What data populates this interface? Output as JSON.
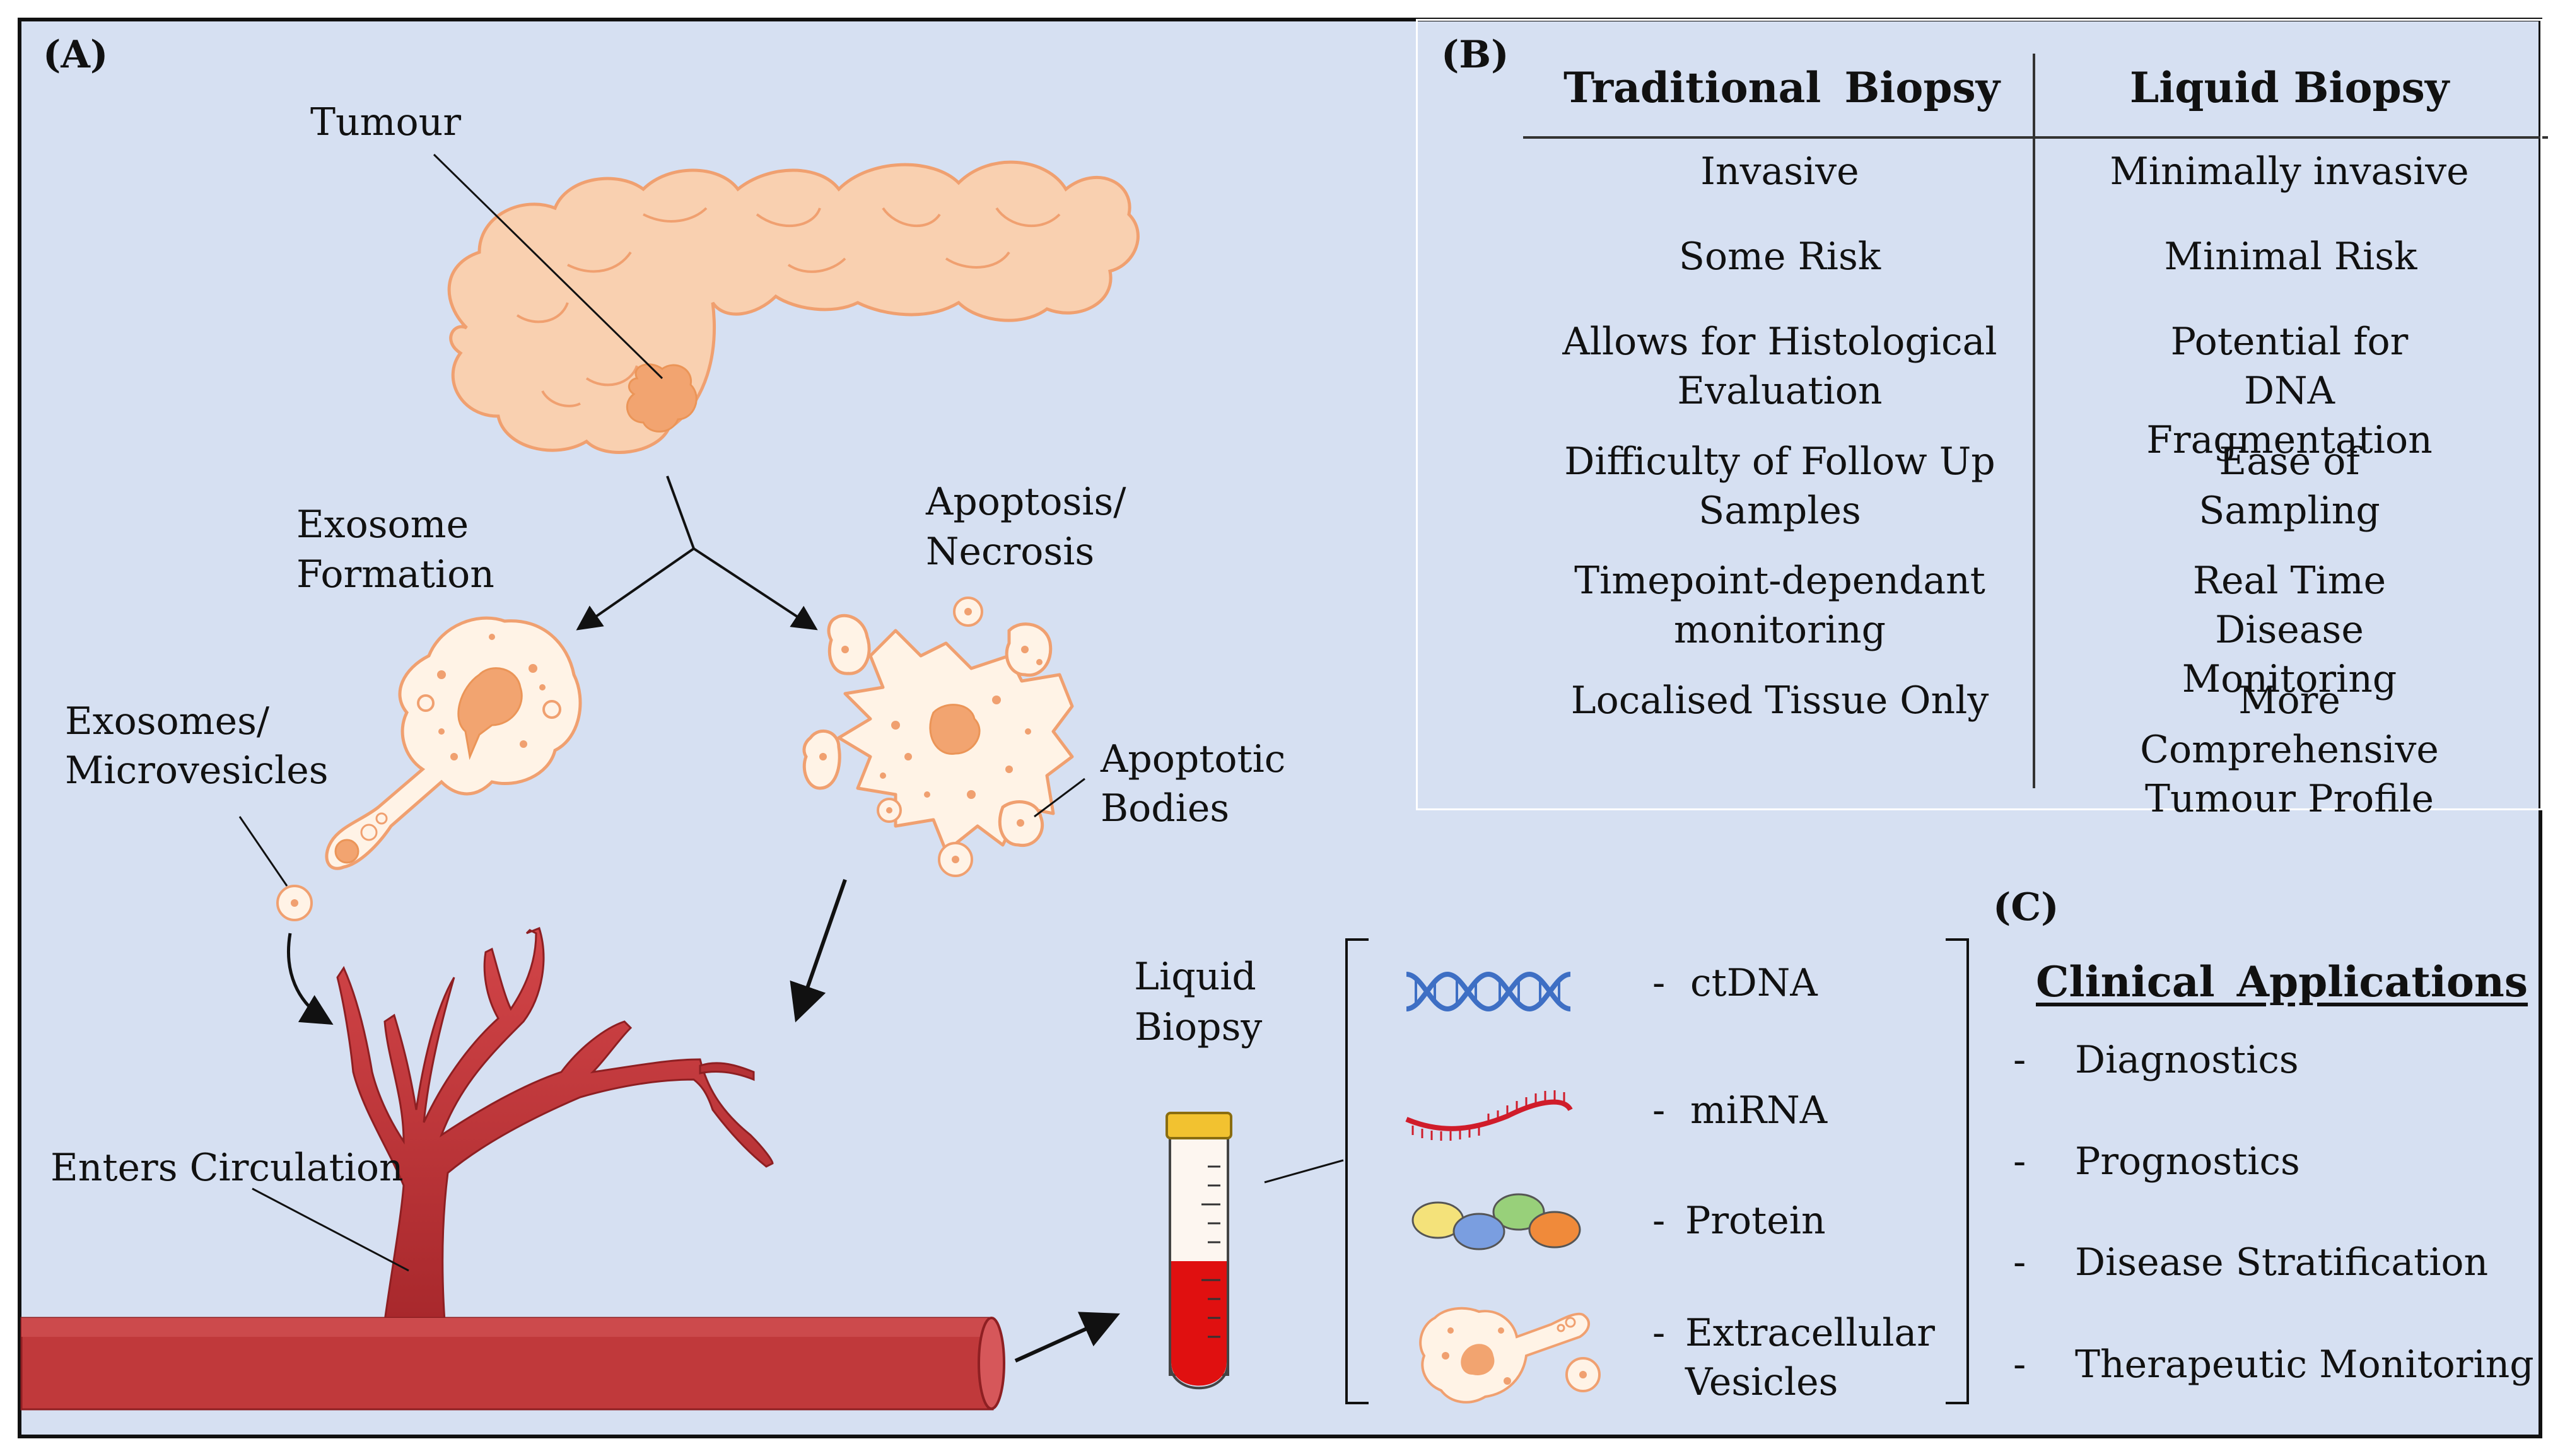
{
  "panels": {
    "a": {
      "tag": "(A)",
      "tumour": "Tumour",
      "exosome_formation": [
        "Exosome",
        "Formation"
      ],
      "apoptosis": [
        "Apoptosis/",
        "Necrosis"
      ],
      "exosomes_microvesicles": [
        "Exosomes/",
        "Microvesicles"
      ],
      "apoptotic_bodies": [
        "Apoptotic",
        "Bodies"
      ],
      "enters_circulation": "Enters Circulation",
      "liquid_biopsy": [
        "Liquid",
        "Biopsy"
      ]
    },
    "b": {
      "tag": "(B)",
      "headers": [
        "Traditional Biopsy",
        "Liquid Biopsy"
      ],
      "rows": [
        [
          "Invasive",
          "Minimally invasive"
        ],
        [
          "Some Risk",
          "Minimal Risk"
        ],
        [
          "Allows for Histological\nEvaluation",
          "Potential for DNA\nFragmentation"
        ],
        [
          "Difficulty of Follow Up\nSamples",
          "Ease of Sampling"
        ],
        [
          "Timepoint-dependant\nmonitoring",
          "Real Time Disease\nMonitoring"
        ],
        [
          "Localised Tissue Only",
          "More Comprehensive\nTumour Profile"
        ]
      ]
    },
    "biomarkers": [
      {
        "icon": "dna-helix-icon",
        "label": "ctDNA"
      },
      {
        "icon": "mirna-strand-icon",
        "label": "miRNA"
      },
      {
        "icon": "protein-blobs-icon",
        "label": "Protein"
      },
      {
        "icon": "vesicle-icon",
        "label": [
          "Extracellular",
          "Vesicles"
        ]
      }
    ],
    "c": {
      "tag": "(C)",
      "title": "Clinical Applications",
      "items": [
        "Diagnostics",
        "Prognostics",
        "Disease Stratification",
        "Therapeutic Monitoring"
      ]
    }
  },
  "colors": {
    "background": "#d6e0f2",
    "organ_fill": "#f9d0b0",
    "organ_stroke": "#f0a070",
    "tumour": "#f2a470",
    "vessel": "#c0393b",
    "vessel_dark": "#8e1f22",
    "dna": "#3e6fc4",
    "mirna": "#d01c2a",
    "tube_blood": "#e01010",
    "tube_cap": "#f2c230"
  }
}
